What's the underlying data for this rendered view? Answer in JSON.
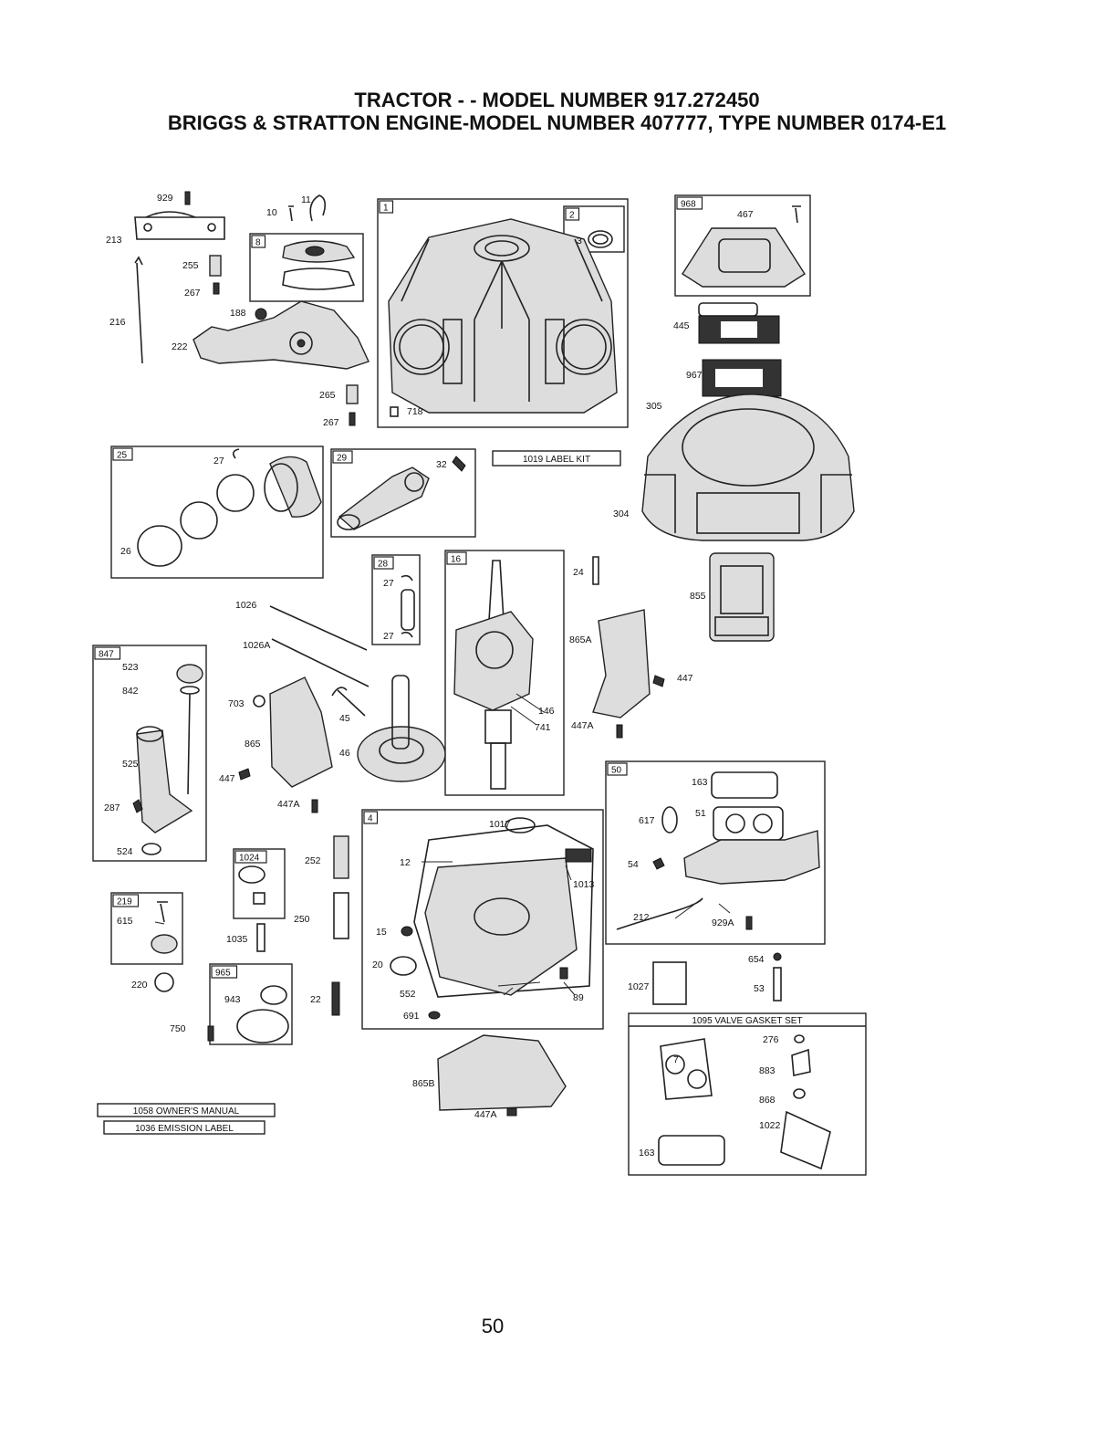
{
  "header": {
    "line1": "TRACTOR - - MODEL NUMBER 917.272450",
    "line2": "BRIGGS & STRATTON ENGINE-MODEL NUMBER 407777, TYPE NUMBER 0174-E1"
  },
  "page_number": "50",
  "kits": {
    "label_kit": "1019 LABEL KIT",
    "owners_manual": "1058 OWNER'S MANUAL",
    "emission_label": "1036 EMISSION LABEL",
    "valve_gasket_set": "1095 VALVE GASKET SET"
  },
  "group_tags": [
    "1",
    "2",
    "8",
    "968",
    "25",
    "29",
    "28",
    "16",
    "847",
    "50",
    "4",
    "1024",
    "219",
    "965"
  ],
  "part_numbers": [
    "929",
    "10",
    "11",
    "213",
    "255",
    "267",
    "188",
    "216",
    "222",
    "265",
    "267",
    "718",
    "3",
    "467",
    "445",
    "967",
    "305",
    "27",
    "26",
    "32",
    "304",
    "27",
    "27",
    "24",
    "855",
    "1026",
    "1026A",
    "523",
    "842",
    "703",
    "45",
    "865A",
    "447",
    "146",
    "741",
    "447A",
    "865",
    "46",
    "525",
    "447",
    "447A",
    "163",
    "617",
    "51",
    "54",
    "287",
    "524",
    "1017",
    "12",
    "1013",
    "252",
    "212",
    "929A",
    "615",
    "250",
    "1035",
    "15",
    "654",
    "20",
    "220",
    "943",
    "22",
    "552",
    "89",
    "1027",
    "53",
    "750",
    "691",
    "276",
    "7",
    "883",
    "865B",
    "868",
    "447A",
    "1022",
    "163"
  ]
}
